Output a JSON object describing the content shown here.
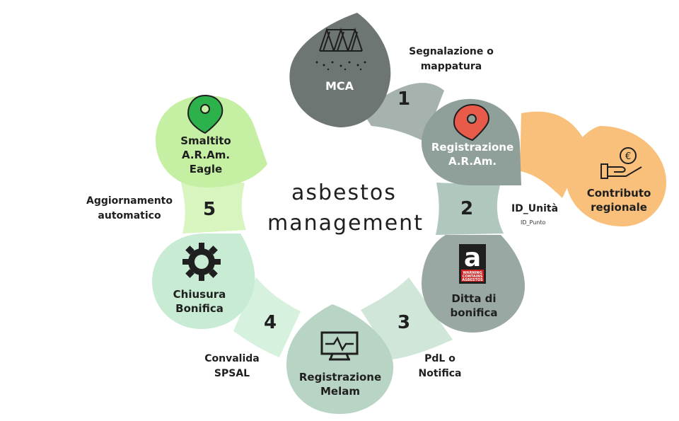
{
  "title": {
    "line1": "asbestos",
    "line2": "management"
  },
  "nodes": {
    "mca": {
      "label": "MCA",
      "color": "#6e7674"
    },
    "registrazione_aram": {
      "line1": "Registrazione",
      "line2": "A.R.Am.",
      "color": "#8f9f9a"
    },
    "contributo": {
      "line1": "Contributo",
      "line2": "regionale",
      "color": "#f9c07c"
    },
    "ditta": {
      "line1": "Ditta di",
      "line2": "bonifica",
      "color": "#9aa8a4"
    },
    "registrazione_melam": {
      "line1": "Registrazione",
      "line2": "Melam",
      "color": "#b8d4c5"
    },
    "chiusura": {
      "line1": "Chiusura",
      "line2": "Bonifica",
      "color": "#c8ebd3"
    },
    "smaltito": {
      "line1": "Smaltito",
      "line2": "A.R.Am.",
      "line3": "Eagle",
      "color": "#c5f0a4"
    }
  },
  "steps": [
    {
      "number": "1",
      "label_line1": "Segnalazione o",
      "label_line2": "mappatura",
      "color": "#a5b2ae"
    },
    {
      "number": "2",
      "label_line1": "ID_Unità",
      "sublabel": "ID_Punto",
      "color": "#b0c7bd"
    },
    {
      "number": "3",
      "label_line1": "PdL o",
      "label_line2": "Notifica",
      "color": "#cfe6d8"
    },
    {
      "number": "4",
      "label_line1": "Convalida",
      "label_line2": "SPSAL",
      "color": "#d6f2df"
    },
    {
      "number": "5",
      "label_line1": "Aggiornamento",
      "label_line2": "automatico",
      "color": "#d8f5c0"
    }
  ],
  "warning_sign": {
    "letter": "a",
    "line1": "WARNING",
    "line2": "CONTAINS",
    "line3": "ASBESTOS"
  },
  "icons": {
    "mca": "corrugated-roof-icon",
    "registrazione_aram": "map-pin-icon",
    "contributo": "hand-euro-coin-icon",
    "ditta": "asbestos-warning-sign-icon",
    "melam": "monitor-heartbeat-icon",
    "chiusura": "gear-icon",
    "smaltito": "map-pin-icon"
  },
  "euro_symbol": "€"
}
